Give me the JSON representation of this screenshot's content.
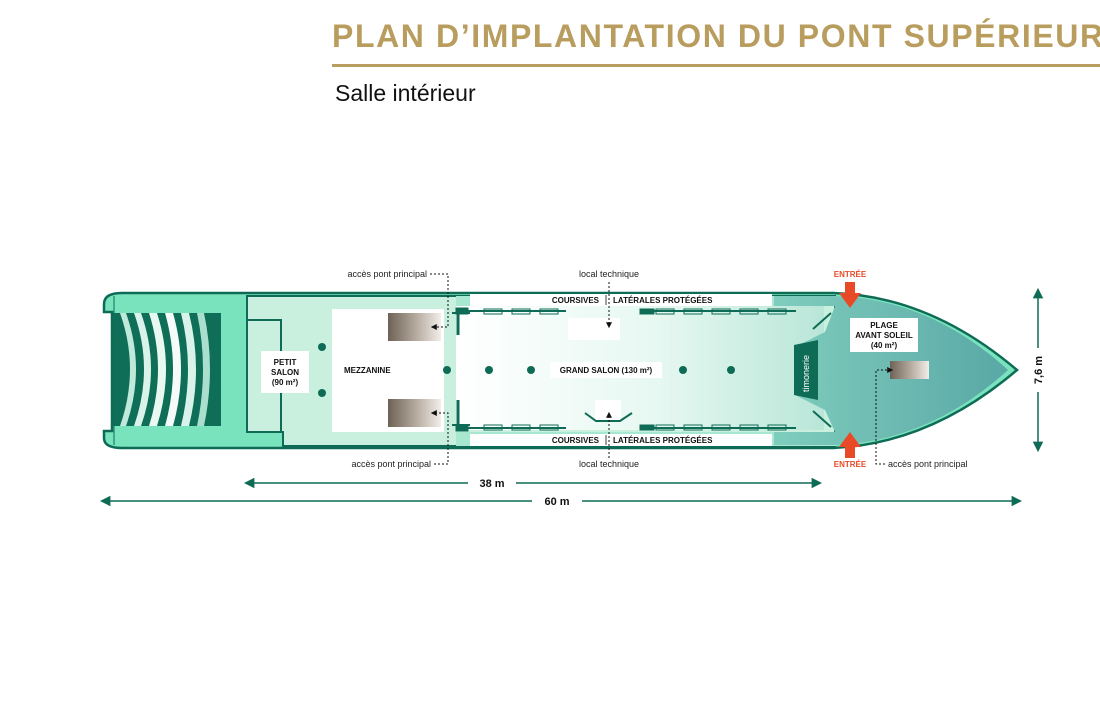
{
  "header": {
    "title": "PLAN D’IMPLANTATION DU PONT SUPÉRIEUR",
    "subtitle": "Salle intérieur"
  },
  "colors": {
    "gold": "#b89d5e",
    "dark_green": "#0e6b55",
    "mint": "#d2f2e6",
    "teal": "#5fb3a6",
    "entrance_red": "#e84a27"
  },
  "rooms": {
    "petit_salon": {
      "line1": "PETIT",
      "line2": "SALON",
      "area": "(90 m²)"
    },
    "mezzanine": "MEZZANINE",
    "grand_salon": "GRAND SALON (130 m²)",
    "plage": {
      "line1": "PLAGE",
      "line2": "AVANT SOLEIL",
      "area": "(40 m²)"
    },
    "timonerie": "timonerie"
  },
  "labels": {
    "coursives_top_1": "COURSIVES",
    "coursives_top_2": "LATÉRALES PROTÉGÉES",
    "coursives_bottom_1": "COURSIVES",
    "coursives_bottom_2": "LATÉRALES PROTÉGÉES",
    "acces_top_left": "accès pont principal",
    "acces_bottom_left": "accès pont principal",
    "acces_bottom_right": "accès pont principal",
    "local_top": "local technique",
    "local_bottom": "local technique",
    "entree_top": "ENTRÉE",
    "entree_bottom": "ENTRÉE"
  },
  "dimensions": {
    "width": "7,6 m",
    "inner_length": "38 m",
    "total_length": "60 m"
  }
}
